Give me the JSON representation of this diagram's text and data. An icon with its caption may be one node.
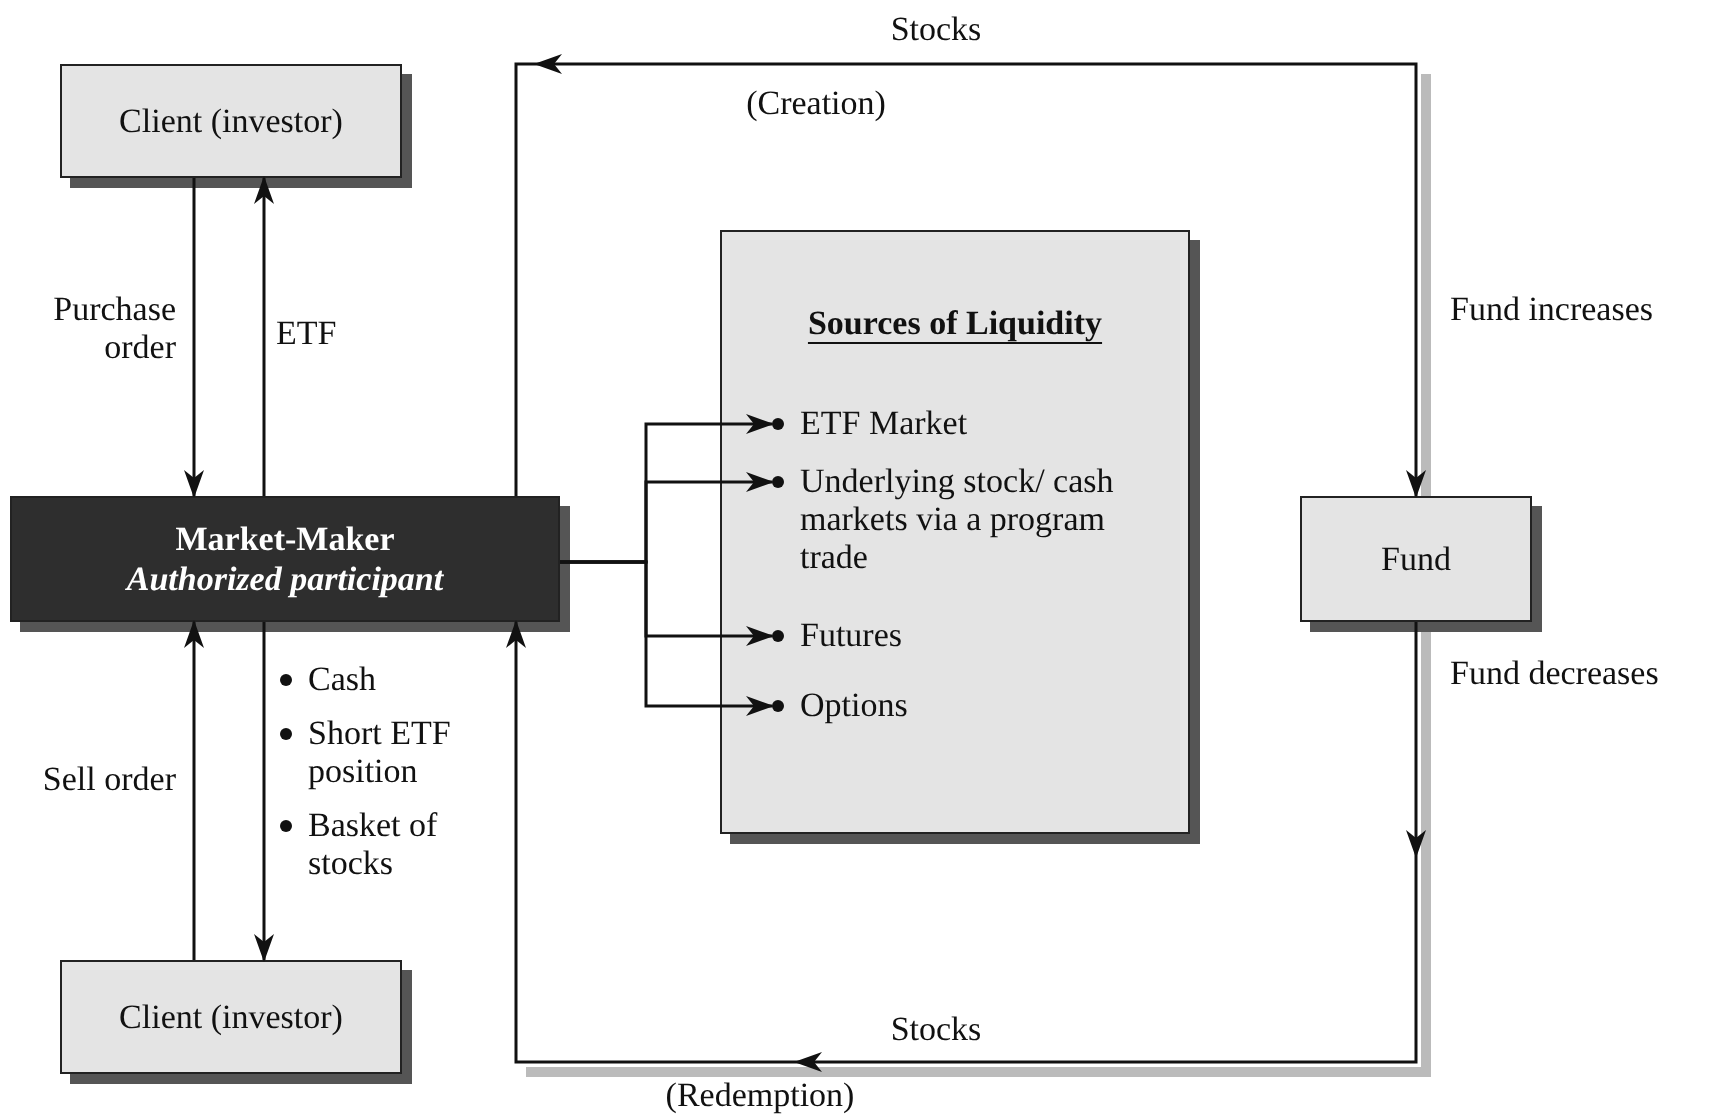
{
  "diagram": {
    "nodes": [
      {
        "text": [
          "Client (investor)"
        ]
      },
      {
        "text": [
          "Market-Maker",
          "Authorized participant"
        ]
      },
      {
        "text": [
          "Client (investor)"
        ]
      },
      {
        "text": [
          "Sources of Liquidity"
        ]
      },
      {
        "text": [
          "ETF Market"
        ],
        "in": 3
      },
      {
        "text": [
          "Underlying stock/ cash markets via a program trade"
        ],
        "in": 3
      },
      {
        "text": [
          "Futures"
        ],
        "in": 3
      },
      {
        "text": [
          "Options"
        ],
        "in": 3
      },
      {
        "text": [
          "Fund"
        ]
      }
    ],
    "edges": [
      {
        "from": 0,
        "to": 1,
        "arrow": "to",
        "label": "Purchase order"
      },
      {
        "from": 1,
        "to": 0,
        "arrow": "to",
        "label": "ETF"
      },
      {
        "from": 2,
        "to": 1,
        "arrow": "to",
        "label": "Sell order"
      },
      {
        "from": 1,
        "to": 2,
        "arrow": "to"
      },
      {
        "from": 1,
        "to": 8,
        "arrow": "to",
        "label": "Stocks"
      },
      {
        "from": 8,
        "to": 1,
        "arrow": "to",
        "label": "Stocks"
      },
      {
        "from": 1,
        "to": 4,
        "arrow": "to"
      },
      {
        "from": 1,
        "to": 5,
        "arrow": "to"
      },
      {
        "from": 1,
        "to": 6,
        "arrow": "to"
      },
      {
        "from": 1,
        "to": 7,
        "arrow": "to"
      }
    ],
    "labels": [
      "(Creation)",
      "Fund increases",
      "Cash",
      "Short ETF position",
      "Basket of stocks",
      "Fund decreases",
      "(Redemption)"
    ]
  }
}
